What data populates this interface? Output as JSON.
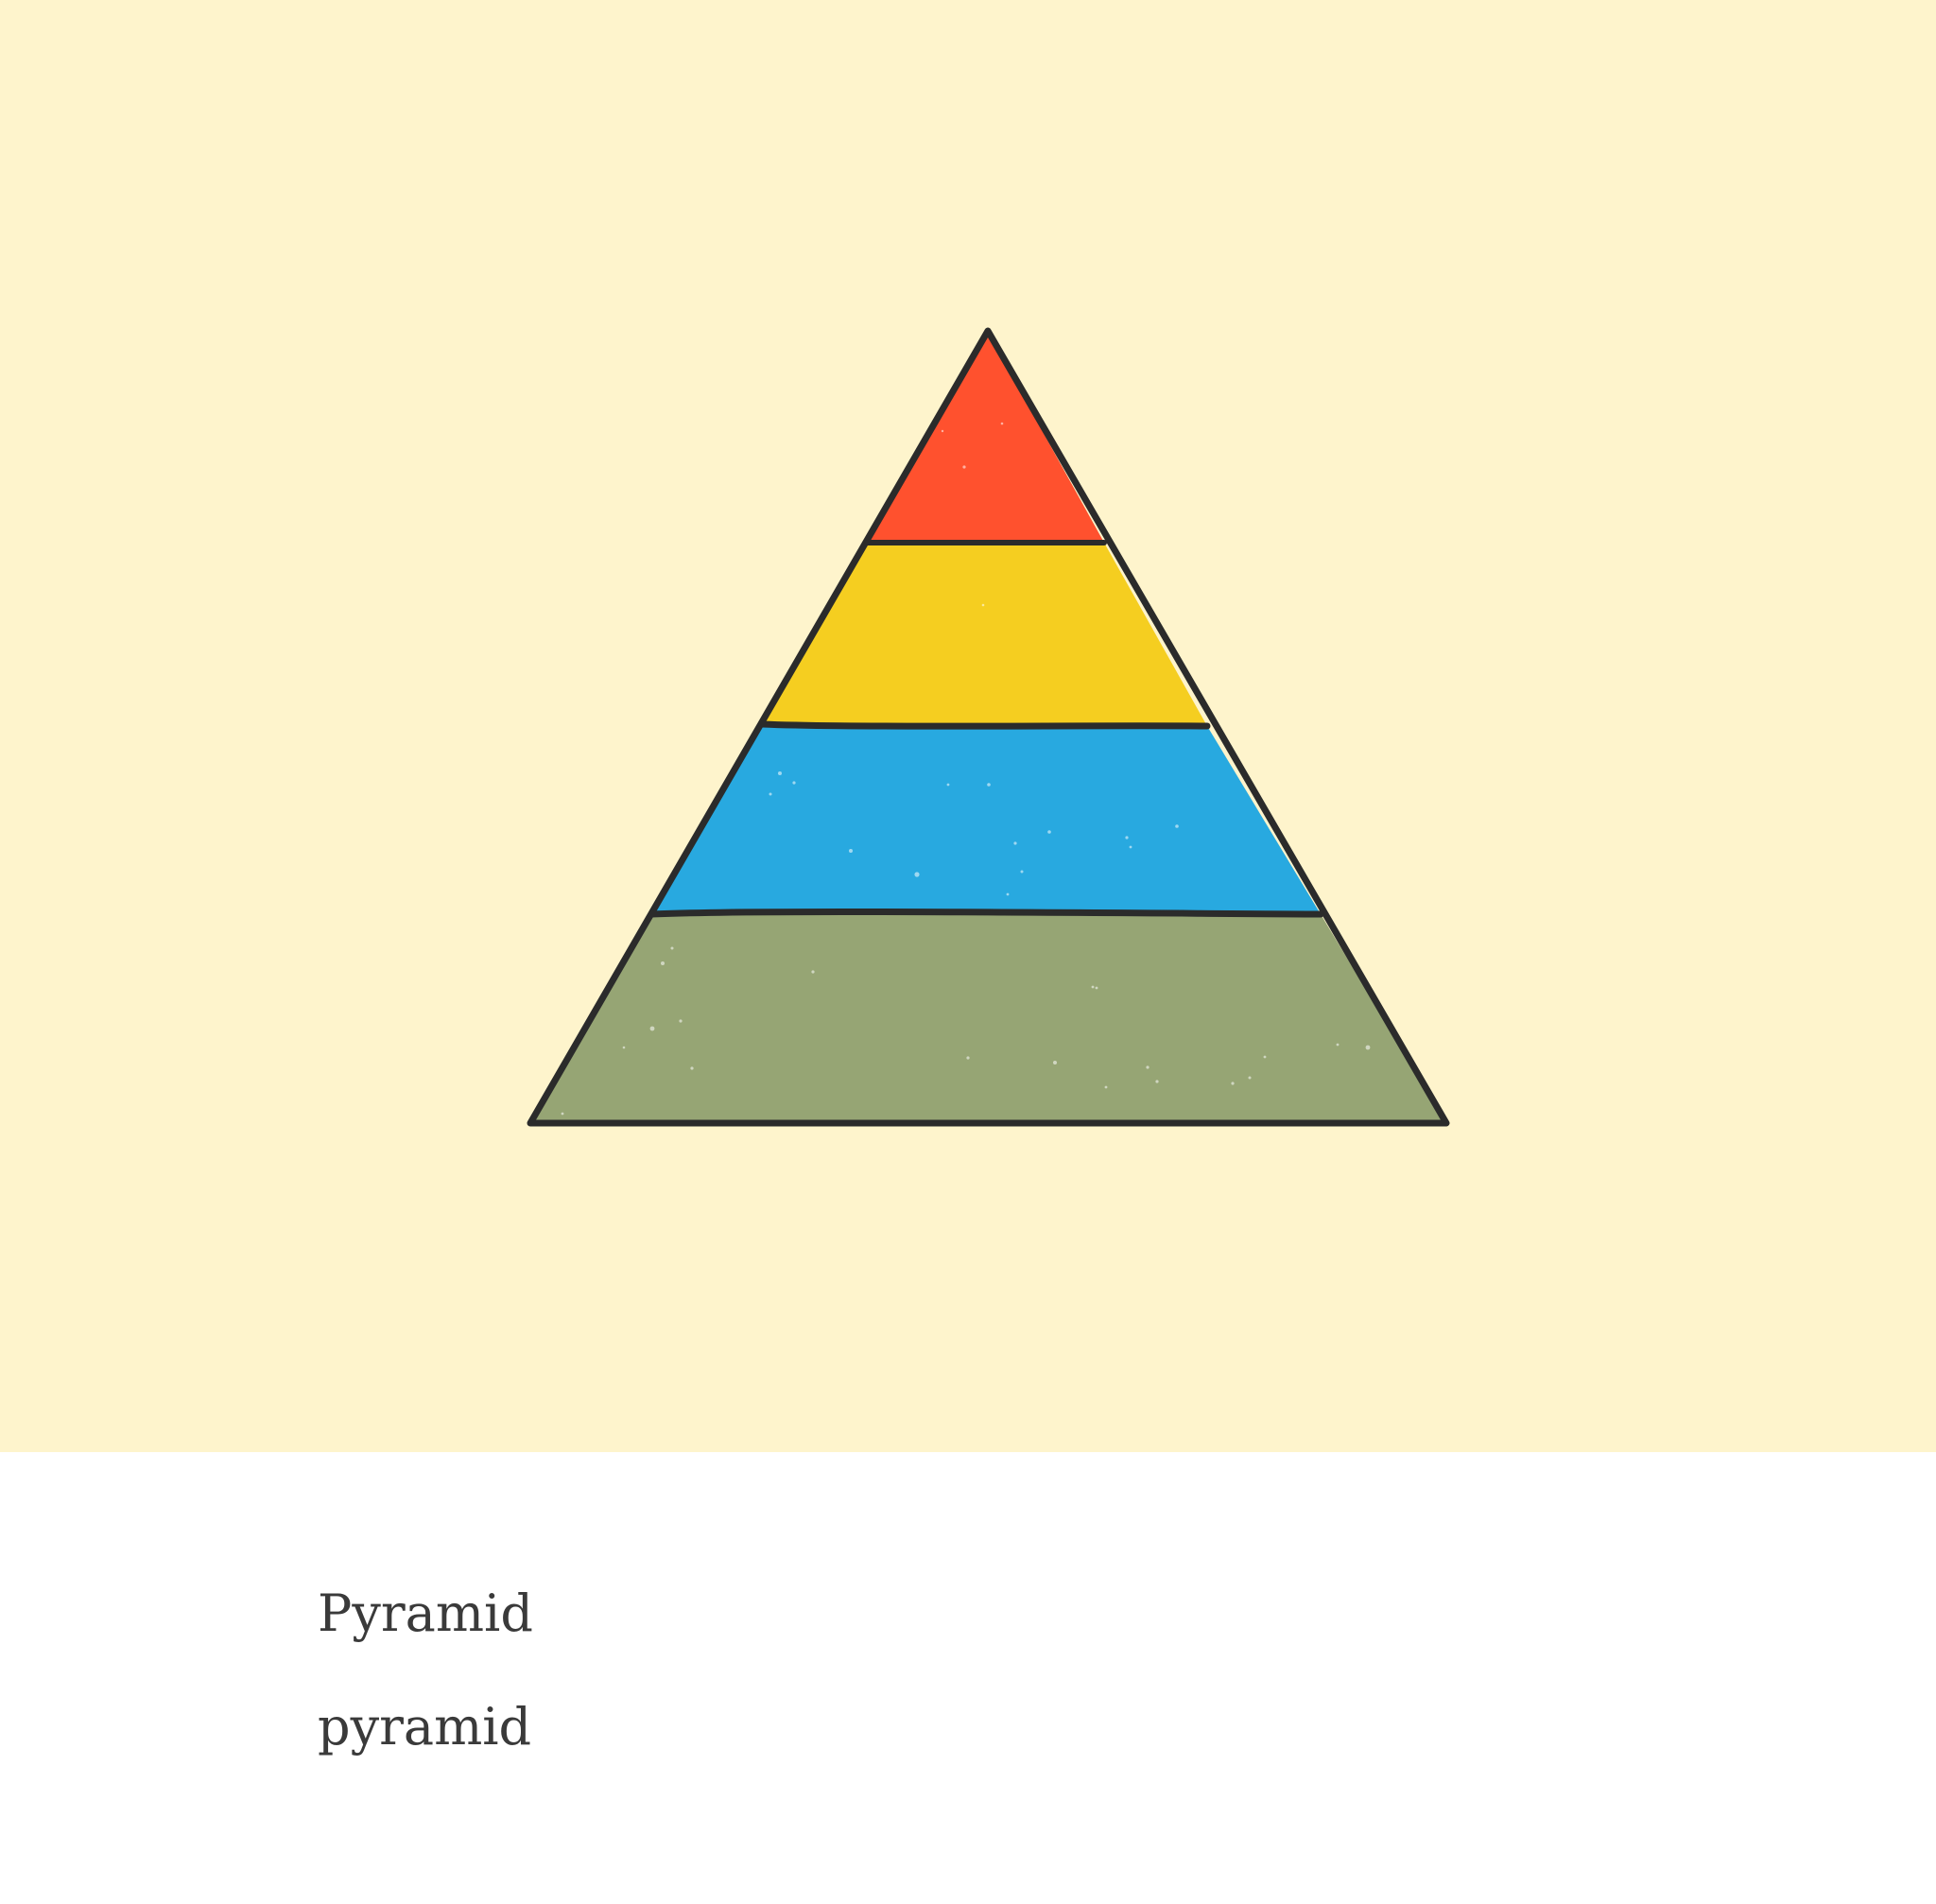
{
  "illustration": {
    "icon": "pyramid-icon",
    "background_color": "#fef4cc",
    "outline_color": "#2b2b2b",
    "layers": [
      {
        "position": "top",
        "color": "#ff512e"
      },
      {
        "position": "second",
        "color": "#f5ce20"
      },
      {
        "position": "third",
        "color": "#28a9e0"
      },
      {
        "position": "bottom",
        "color": "#96a574"
      }
    ]
  },
  "caption": {
    "title": "Pyramid",
    "subtitle": "pyramid"
  }
}
